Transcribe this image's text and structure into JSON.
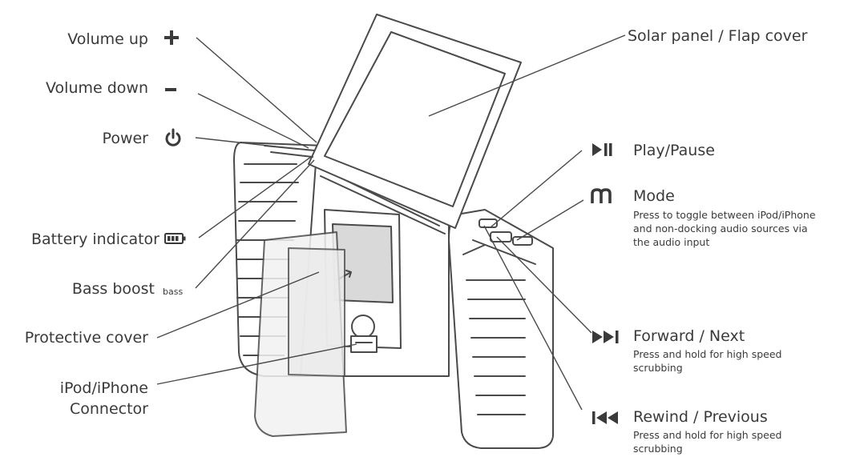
{
  "labels": {
    "volume_up": "Volume up",
    "volume_down": "Volume down",
    "power": "Power",
    "battery": "Battery indicator",
    "bass_boost": "Bass boost",
    "bass_icon_text": "bass",
    "protective_cover": "Protective cover",
    "connector_line1": "iPod/iPhone",
    "connector_line2": "Connector",
    "solar_panel": "Solar panel / Flap cover",
    "play_pause": "Play/Pause",
    "mode": "Mode",
    "mode_desc_1": "Press to toggle between iPod/iPhone",
    "mode_desc_2": "and non-docking audio sources via",
    "mode_desc_3": "the audio input",
    "forward": "Forward / Next",
    "forward_desc_1": "Press and hold for high speed",
    "forward_desc_2": "scrubbing",
    "rewind": "Rewind / Previous",
    "rewind_desc_1": "Press and hold for high speed",
    "rewind_desc_2": "scrubbing"
  },
  "icons": {
    "volume_up": "plus-icon",
    "volume_down": "minus-icon",
    "power": "power-icon",
    "battery": "battery-icon",
    "play_pause": "play-pause-icon",
    "mode": "mode-m-icon",
    "forward": "forward-next-icon",
    "rewind": "rewind-previous-icon"
  },
  "colors": {
    "ink": "#3a3a3a",
    "line": "#4a4a4a",
    "device_fill": "#ffffff",
    "screen": "#d9d9d9"
  }
}
